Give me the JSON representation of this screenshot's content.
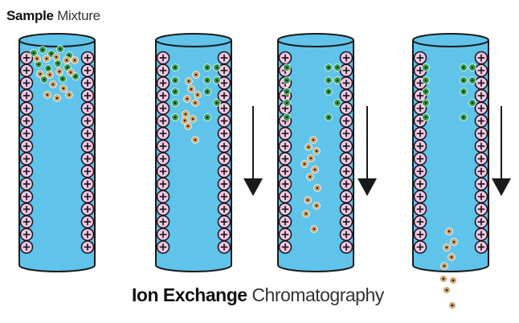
{
  "labels": {
    "top_bold": "Sample",
    "top_light": "Mixture",
    "bottom_bold": "Ion Exchange",
    "bottom_light": "Chromatography"
  },
  "colors": {
    "column_fill": "#5fc3ea",
    "column_stroke": "#1a1a1a",
    "bead_fill": "#f3c6e6",
    "bead_stroke": "#1a1a1a",
    "positive_ion": "#2f9b48",
    "negative_ion": "#d2a46a",
    "ion_core": "#1b1b1b",
    "arrow": "#1a1a1a"
  },
  "icons": {
    "bead": "plus-bead-icon",
    "bound_ion": "green-ion-icon",
    "mobile_ion": "brown-ion-icon",
    "flow": "down-arrow-icon"
  },
  "panels": [
    {
      "name": "sample-loading",
      "stage": "sample mixture at top of column",
      "arrow": false
    },
    {
      "name": "early-elution",
      "stage": "brown ions begin moving down",
      "arrow": true
    },
    {
      "name": "mid-elution",
      "stage": "brown ions separate from green ions",
      "arrow": true
    },
    {
      "name": "late-elution",
      "stage": "brown ions exit the column",
      "arrow": true
    }
  ]
}
